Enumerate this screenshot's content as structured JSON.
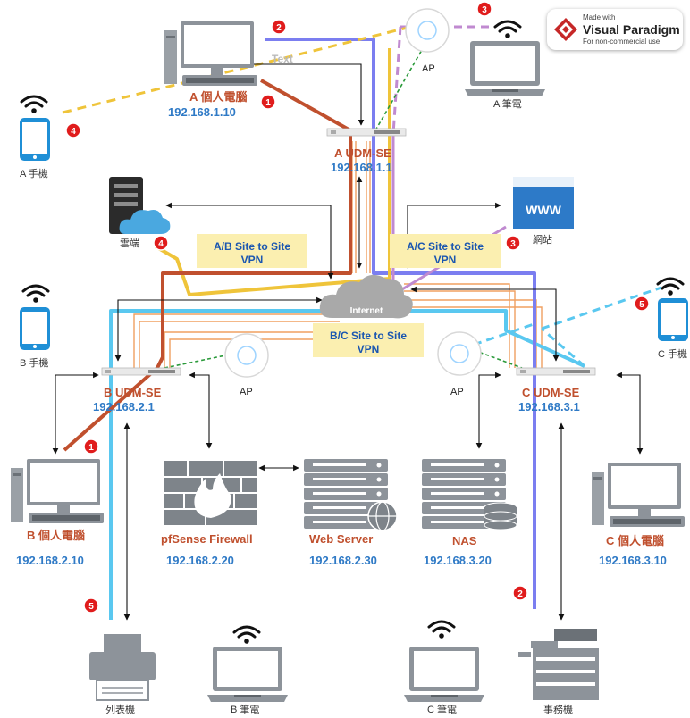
{
  "watermark": {
    "line1": "Made with",
    "line2": "Visual Paradigm",
    "line3": "For non-commercial use"
  },
  "site_a": {
    "router_name": "A UDM-SE",
    "router_ip": "192.168.1.1",
    "pc_name": "A 個人電腦",
    "pc_ip": "192.168.1.10",
    "ap_label": "AP",
    "laptop_label": "A 筆電",
    "phone_label": "A 手機",
    "text_placeholder": "Text"
  },
  "site_b": {
    "router_name": "B UDM-SE",
    "router_ip": "192.168.2.1",
    "pc_name": "B 個人電腦",
    "pc_ip": "192.168.2.10",
    "ap_label": "AP",
    "phone_label": "B 手機",
    "laptop_label": "B 筆電",
    "printer_label": "列表機",
    "firewall_name": "pfSense Firewall",
    "firewall_ip": "192.168.2.20",
    "webserver_name": "Web Server",
    "webserver_ip": "192.168.2.30"
  },
  "site_c": {
    "router_name": "C UDM-SE",
    "router_ip": "192.168.3.1",
    "pc_name": "C 個人電腦",
    "pc_ip": "192.168.3.10",
    "ap_label": "AP",
    "phone_label": "C 手機",
    "laptop_label": "C 筆電",
    "copier_label": "事務機",
    "nas_name": "NAS",
    "nas_ip": "192.168.3.20"
  },
  "cloud": {
    "internet_label": "Internet",
    "cloud_server_label": "雲端",
    "website_label": "網站",
    "website_icon_text": "WWW"
  },
  "vpn": {
    "ab_line1": "A/B Site to Site",
    "ab_line2": "VPN",
    "ac_line1": "A/C Site to Site",
    "ac_line2": "VPN",
    "bc_line1": "B/C Site to Site",
    "bc_line2": "VPN"
  },
  "markers": [
    "1",
    "2",
    "3",
    "4",
    "5"
  ],
  "colors": {
    "route1": "#c0502e",
    "route2": "#7b7ef0",
    "route3": "#c08ad0",
    "route4": "#efc43a",
    "route5": "#5ac8f0",
    "vpn_box": "#fbefb0",
    "link_orange": "#f0a060",
    "ap_link": "#2a9a3a"
  }
}
